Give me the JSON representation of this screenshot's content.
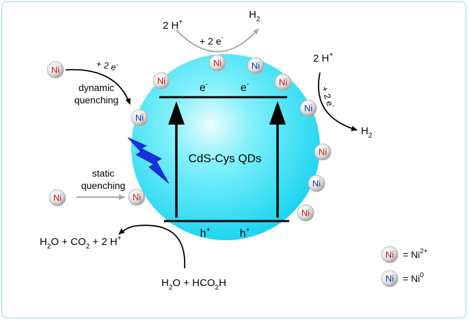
{
  "diagram": {
    "qd_label": "CdS-Cys QDs",
    "electron": "e",
    "electron_sup": "-",
    "hole": "h",
    "hole_sup": "+",
    "ni_label": "Ni",
    "top_reaction": {
      "reactant": "2 H",
      "reactant_sup": "+",
      "product": "H",
      "product_sub": "2",
      "electrons": "+ 2 e",
      "electrons_sup": "-"
    },
    "right_reaction": {
      "reactant": "2 H",
      "reactant_sup": "+",
      "product": "H",
      "product_sub": "2",
      "electrons": "+ 2 e",
      "electrons_sup": "-"
    },
    "dynamic": {
      "electrons": "+ 2 e",
      "electrons_sup": "-",
      "line1": "dynamic",
      "line2": "quenching"
    },
    "static": {
      "line1": "static",
      "line2": "quenching"
    },
    "oxidation": {
      "product_a": "H",
      "product_a_sub": "2",
      "product_b": "O + CO",
      "product_b_sub": "2",
      "product_c": " + 2 H",
      "product_c_sup": "+",
      "reactant_a": "H",
      "reactant_a_sub": "2",
      "reactant_b": "O + HCO",
      "reactant_b_sub": "2",
      "reactant_c": "H"
    },
    "legend": [
      {
        "symbol": "Ni",
        "color": "#cc1111",
        "equals": "= Ni",
        "sup": "2+"
      },
      {
        "symbol": "Ni",
        "color": "#102a99",
        "equals": "= Ni",
        "sup": "0"
      }
    ]
  }
}
